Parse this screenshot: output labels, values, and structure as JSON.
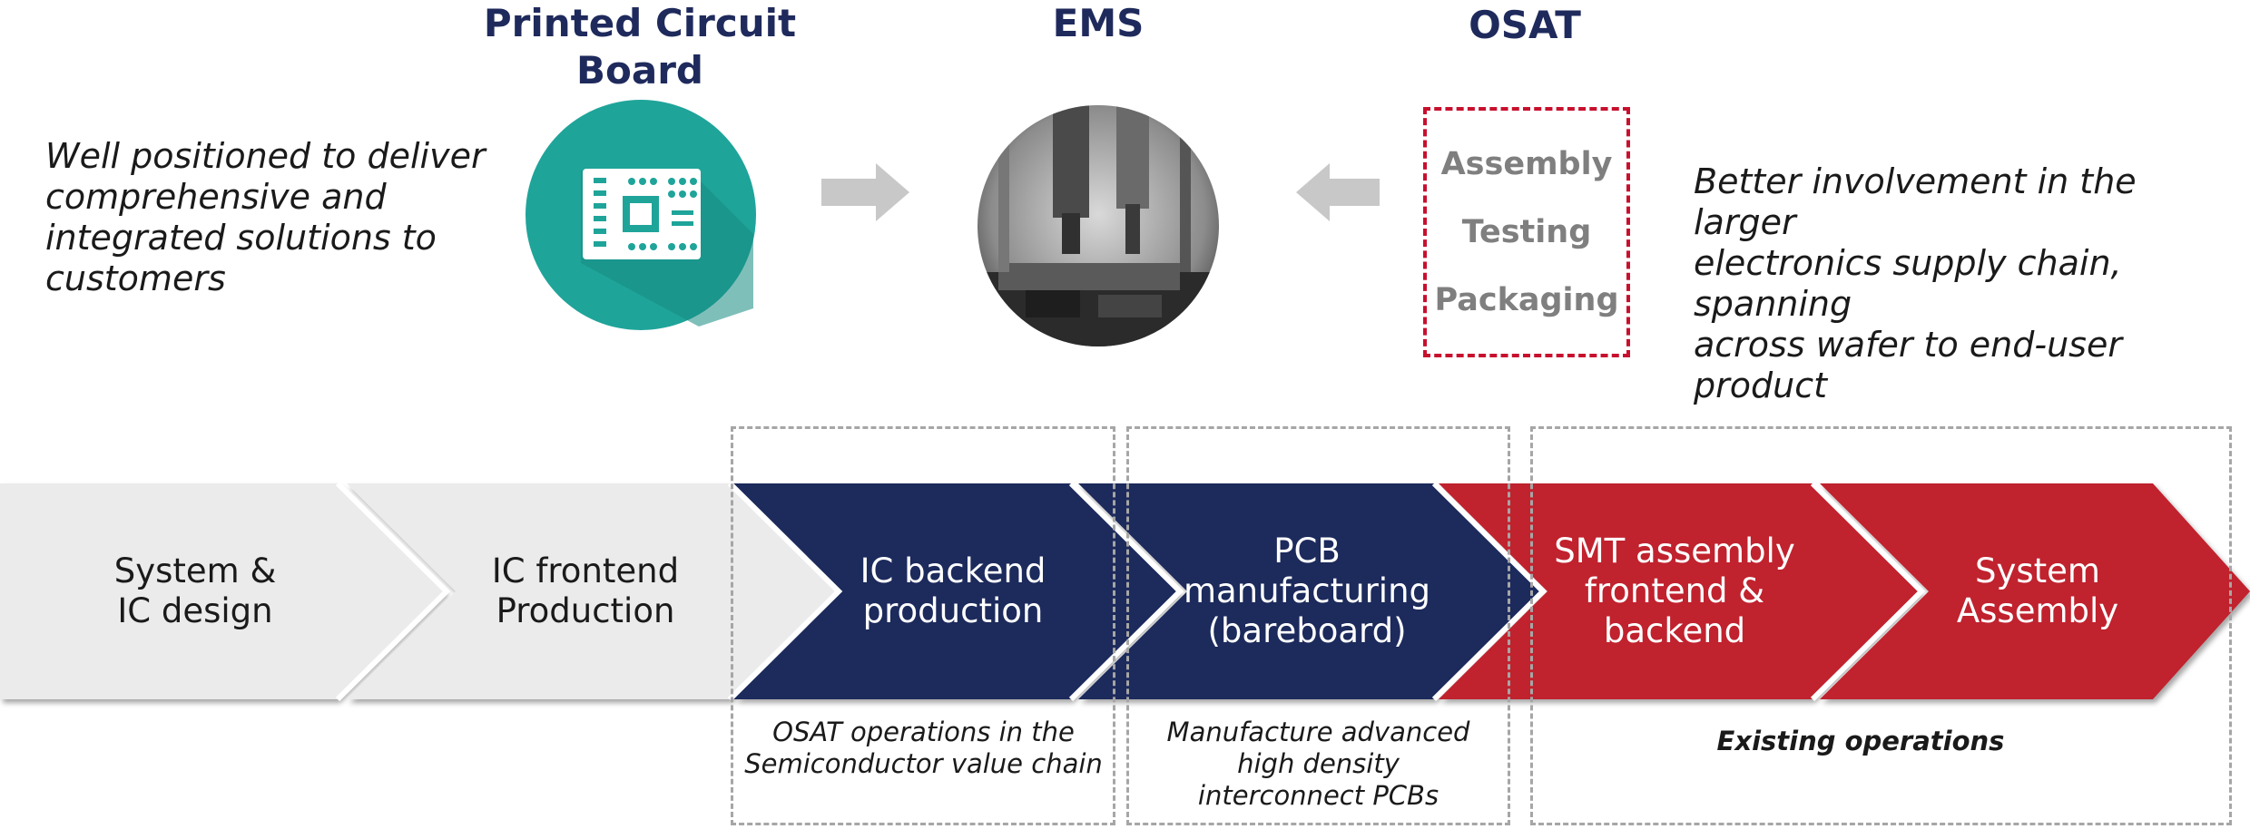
{
  "header": {
    "pcb_title": "Printed Circuit\nBoard",
    "ems_title": "EMS",
    "osat_title": "OSAT"
  },
  "left_text": "Well positioned to deliver\ncomprehensive and\nintegrated solutions to\ncustomers",
  "right_text": "Better involvement in the larger\nelectronics supply chain, spanning\nacross wafer to end-user product",
  "osat_items": [
    "Assembly",
    "Testing",
    "Packaging"
  ],
  "icons": {
    "pcb": "circuit-board-icon",
    "ems": "robotic-assembly-photo",
    "arrow_right": "arrow-right-icon",
    "arrow_left": "arrow-left-icon"
  },
  "chain": [
    {
      "label": "System &\nIC design"
    },
    {
      "label": "IC frontend\nProduction"
    },
    {
      "label": "IC backend\nproduction"
    },
    {
      "label": "PCB\nmanufacturing\n(bareboard)"
    },
    {
      "label": "SMT assembly\nfrontend &\nbackend"
    },
    {
      "label": "System\nAssembly"
    }
  ],
  "captions": {
    "osat_ops": "OSAT operations in the\nSemiconductor value chain",
    "advanced_pcb": "Manufacture advanced\nhigh density\ninterconnect PCBs",
    "existing": "Existing operations"
  },
  "colors": {
    "grey": "#ebebeb",
    "navy": "#1f2a5c",
    "red": "#c0202e",
    "teal": "#1fa49a",
    "dashed_red": "#c8102e"
  }
}
